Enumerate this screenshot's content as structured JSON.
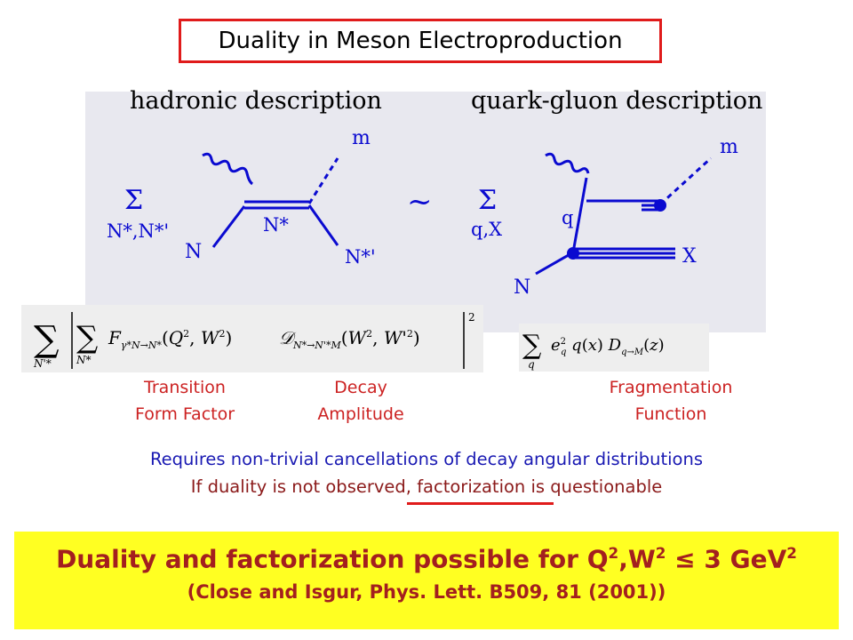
{
  "title": "Duality in Meson Electroproduction",
  "headings": {
    "hadronic": "hadronic description",
    "quark": "quark-gluon description"
  },
  "diagram": {
    "left": {
      "sum": "Σ",
      "sum_sub": "N*,N*'",
      "n_in": "N",
      "n_mid": "N*",
      "n_out": "N*'",
      "meson": "m"
    },
    "tilde": "~",
    "right": {
      "sum": "Σ",
      "sum_sub": "q,X",
      "quark": "q",
      "n_in": "N",
      "x_out": "X",
      "meson": "m"
    }
  },
  "formulas": {
    "left": {
      "outer_sum_sub": "N'*",
      "inner_sum_sub": "N*",
      "power": "2"
    },
    "right": {
      "sum_sub": "q"
    }
  },
  "labels": {
    "transition_1": "Transition",
    "transition_2": "Form Factor",
    "decay_1": "Decay",
    "decay_2": "Amplitude",
    "frag_1": "Fragmentation",
    "frag_2": "Function"
  },
  "notes": {
    "line1": "Requires non-trivial cancellations of decay angular distributions",
    "line2_pre": "If duality is not observed, ",
    "line2_key": "factorization",
    "line2_post": " is questionable"
  },
  "conclusion": {
    "pre": "Duality and factorization possible for Q",
    "sup1": "2",
    "mid": ",W",
    "sup2": "2",
    "rel": " ≤ 3 GeV",
    "sup3": "2",
    "ref": "(Close and Isgur, Phys. Lett. B509, 81 (2001))"
  },
  "colors": {
    "accent_red": "#e01b1b",
    "note_blue": "#1a1ab3",
    "note_maroon": "#8b1a1a",
    "highlight": "#ffff22",
    "conclusion_text": "#a31f1f"
  }
}
